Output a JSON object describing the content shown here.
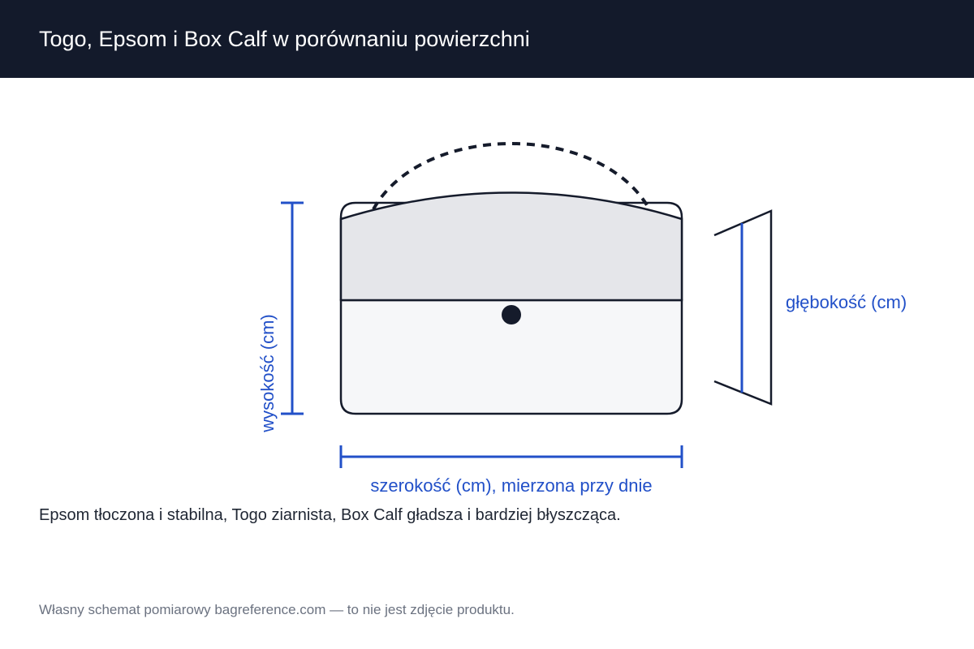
{
  "header": {
    "title": "Togo, Epsom i Box Calf w porównaniu powierzchni"
  },
  "diagram": {
    "labels": {
      "height": "wysokość (cm)",
      "depth": "głębokość (cm)",
      "width": "szerokość (cm), mierzona przy dnie"
    },
    "colors": {
      "dimension": "#2250c8",
      "outline": "#151b2b",
      "flap_fill": "#e5e6ea",
      "body_fill": "#f6f7f9",
      "clasp": "#151b2b"
    }
  },
  "caption": {
    "text": "Epsom tłoczona i stabilna, Togo ziarnista, Box Calf gładsza i bardziej błyszcząca."
  },
  "footnote": {
    "text": "Własny schemat pomiarowy bagreference.com — to nie jest zdjęcie produktu."
  }
}
